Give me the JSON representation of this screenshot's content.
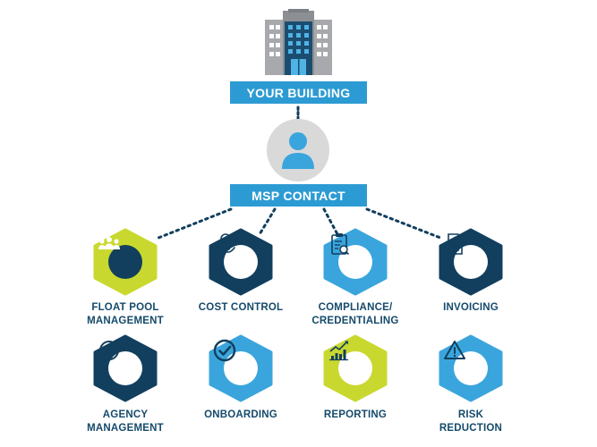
{
  "top": {
    "building_label": "YOUR BUILDING",
    "contact_label": "MSP CONTACT"
  },
  "colors": {
    "pill_blue": "#2d9bd3",
    "navy": "#123f5e",
    "lime": "#c9d82f",
    "light_blue": "#3aa5dd",
    "gray": "#d9d9d9",
    "label_text": "#154a6b"
  },
  "services": [
    {
      "line1": "FLOAT POOL",
      "line2": "MANAGEMENT",
      "icon": "people-group-icon"
    },
    {
      "line1": "COST CONTROL",
      "line2": "",
      "icon": "hand-coin-icon"
    },
    {
      "line1": "COMPLIANCE/",
      "line2": "CREDENTIALING",
      "icon": "clipboard-check-icon"
    },
    {
      "line1": "INVOICING",
      "line2": "",
      "icon": "invoice-document-icon"
    },
    {
      "line1": "AGENCY",
      "line2": "MANAGEMENT",
      "icon": "clock-icon"
    },
    {
      "line1": "ONBOARDING",
      "line2": "",
      "icon": "checkmark-circle-icon"
    },
    {
      "line1": "REPORTING",
      "line2": "",
      "icon": "bar-chart-arrow-icon"
    },
    {
      "line1": "RISK",
      "line2": "REDUCTION",
      "icon": "warning-triangle-icon"
    }
  ]
}
